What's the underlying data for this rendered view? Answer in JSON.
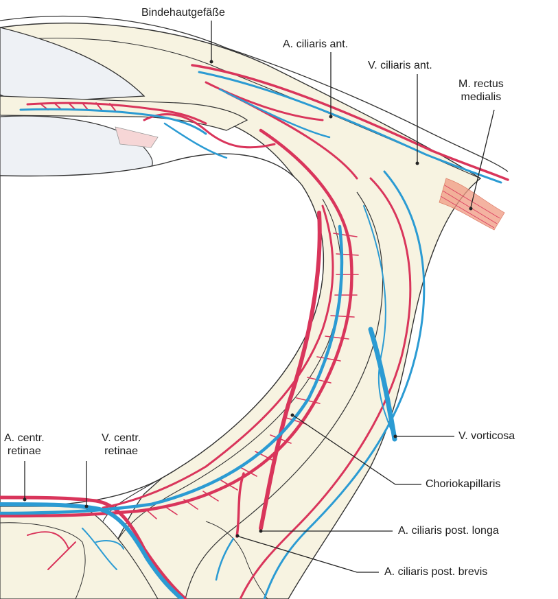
{
  "labels": {
    "bindehautgefaesse": "Bindehautgefäße",
    "a_ciliaris_ant": "A. ciliaris ant.",
    "v_ciliaris_ant": "V. ciliaris ant.",
    "m_rectus_medialis": [
      "M. rectus",
      "medialis"
    ],
    "v_vorticosa": "V. vorticosa",
    "choriokapillaris": "Choriokapillaris",
    "a_ciliaris_post_longa": "A. ciliaris post. longa",
    "a_ciliaris_post_brevis": "A. ciliaris post. brevis",
    "a_centr_retinae": [
      "A. centr.",
      "retinae"
    ],
    "v_centr_retinae": [
      "V. centr.",
      "retinae"
    ]
  },
  "colors": {
    "artery": "#d9355b",
    "vein": "#2b9bd3",
    "tissue": "#f7f3e1",
    "lens": "#eef1f5",
    "outline": "#333333",
    "muscle": "#f19a82"
  }
}
